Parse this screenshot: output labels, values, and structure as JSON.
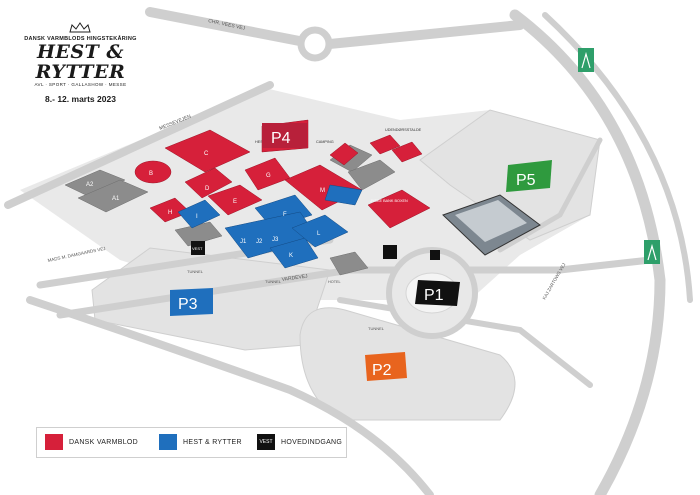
{
  "header": {
    "subtitle": "DANSK VARMBLODS HINGSTEKÅRING",
    "title": "HEST & RYTTER",
    "tagline": "AVL · SPORT · GALLASHOW · MESSE",
    "dates": "8.- 12. marts 2023"
  },
  "streets": {
    "chr_vees_vej": "CHR. VEES VEJ",
    "messevejen": "MESSEVEJEN",
    "mads_damgaard": "MADS M. DAMGAARDS VEJ",
    "vardevej": "VARDEVEJ",
    "kaj_zartows": "KAJ ZARTOWS VEJ",
    "tunnel1": "TUNNEL",
    "tunnel2": "TUNNEL",
    "tunnel3": "TUNNEL"
  },
  "map_labels": {
    "hesteparkering": "HESTEPARKERING",
    "camping": "CAMPING",
    "udendorsstalde": "UDENDØRSSTALDE",
    "jyske_bank_boxen": "JYSKE BANK BOXEN",
    "hotel": "HOTEL",
    "vest": "VEST"
  },
  "parking": [
    {
      "id": "p1",
      "label": "P1",
      "color": "#111111"
    },
    {
      "id": "p2",
      "label": "P2",
      "color": "#e8641e"
    },
    {
      "id": "p3",
      "label": "P3",
      "color": "#1f6fbd"
    },
    {
      "id": "p4",
      "label": "P4",
      "color": "#b8203a"
    },
    {
      "id": "p5",
      "label": "P5",
      "color": "#2f9a3e"
    }
  ],
  "halls": {
    "red": [
      "B",
      "C",
      "D",
      "E",
      "G",
      "H",
      "M"
    ],
    "blue": [
      "F",
      "I",
      "J1",
      "J2",
      "J3",
      "K",
      "L"
    ],
    "gray": [
      "A1",
      "A2"
    ]
  },
  "legend": [
    {
      "label": "DANSK VARMBLOD",
      "color": "#d6203a"
    },
    {
      "label": "HEST & RYTTER",
      "color": "#1f6fbd"
    },
    {
      "label": "HOVEDINDGANG",
      "color": "#111111",
      "swatch_text": "VEST"
    }
  ],
  "colors": {
    "road": "#c8c8c8",
    "ground": "#e8e8e8",
    "building_gray": "#8a8a8a",
    "highway_sign": "#2e9f6a"
  }
}
